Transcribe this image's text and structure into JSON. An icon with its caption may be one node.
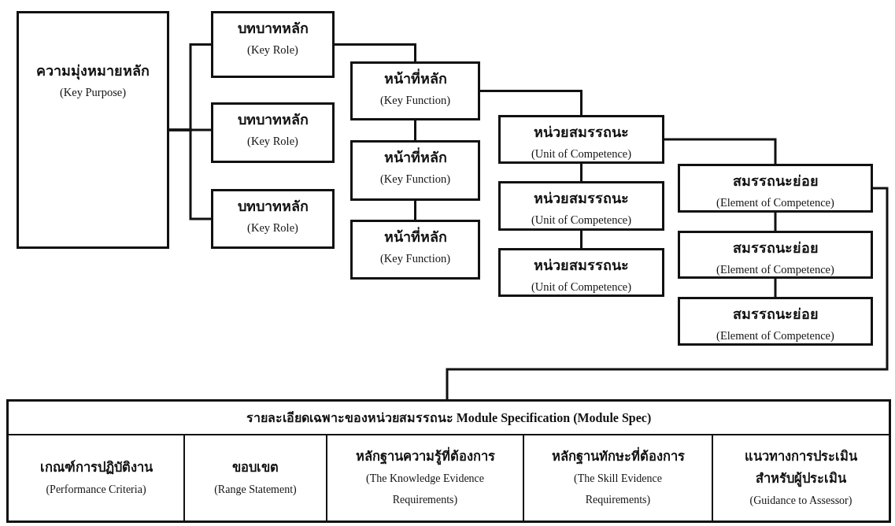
{
  "diagram": {
    "nodes": [
      {
        "text": [
          "ความมุ่งหมายหลัก",
          "(Key Purpose)"
        ]
      },
      {
        "text": [
          "บทบาทหลัก",
          "(Key Role)"
        ]
      },
      {
        "text": [
          "บทบาทหลัก",
          "(Key Role)"
        ]
      },
      {
        "text": [
          "บทบาทหลัก",
          "(Key Role)"
        ]
      },
      {
        "text": [
          "หน้าที่หลัก",
          "(Key Function)"
        ]
      },
      {
        "text": [
          "หน้าที่หลัก",
          "(Key Function)"
        ]
      },
      {
        "text": [
          "หน้าที่หลัก",
          "(Key Function)"
        ]
      },
      {
        "text": [
          "หน่วยสมรรถนะ",
          "(Unit of Competence)"
        ]
      },
      {
        "text": [
          "หน่วยสมรรถนะ",
          "(Unit of Competence)"
        ]
      },
      {
        "text": [
          "หน่วยสมรรถนะ",
          "(Unit of Competence)"
        ]
      },
      {
        "text": [
          "สมรรถนะย่อย",
          "(Element of Competence)"
        ]
      },
      {
        "text": [
          "สมรรถนะย่อย",
          "(Element of Competence)"
        ]
      },
      {
        "text": [
          "สมรรถนะย่อย",
          "(Element of Competence)"
        ]
      },
      {
        "text": [
          "รายละเอียดเฉพาะของหน่วยสมรรถนะ Module Specification (Module Spec)"
        ]
      },
      {
        "text": [
          "เกณฑ์การปฏิบัติงาน",
          "(Performance Criteria)"
        ],
        "in": 13
      },
      {
        "text": [
          "ขอบเขต",
          "(Range Statement)"
        ],
        "in": 13
      },
      {
        "text": [
          "หลักฐานความรู้ที่ต้องการ",
          "(The Knowledge Evidence Requirements)"
        ],
        "in": 13
      },
      {
        "text": [
          "หลักฐานทักษะที่ต้องการ",
          "(The Skill Evidence Requirements)"
        ],
        "in": 13
      },
      {
        "text": [
          "แนวทางการประเมินสำหรับผู้ประเมิน",
          "(Guidance to Assessor)"
        ],
        "in": 13
      }
    ],
    "edges": [
      {
        "from": 0,
        "to": 1,
        "arrow": "none"
      },
      {
        "from": 0,
        "to": 2,
        "arrow": "none"
      },
      {
        "from": 0,
        "to": 3,
        "arrow": "none"
      },
      {
        "from": 1,
        "to": 4,
        "arrow": "none"
      },
      {
        "from": 4,
        "to": 5,
        "arrow": "none"
      },
      {
        "from": 5,
        "to": 6,
        "arrow": "none"
      },
      {
        "from": 4,
        "to": 7,
        "arrow": "none"
      },
      {
        "from": 7,
        "to": 8,
        "arrow": "none"
      },
      {
        "from": 8,
        "to": 9,
        "arrow": "none"
      },
      {
        "from": 7,
        "to": 10,
        "arrow": "none"
      },
      {
        "from": 10,
        "to": 11,
        "arrow": "none"
      },
      {
        "from": 11,
        "to": 12,
        "arrow": "none"
      },
      {
        "from": 10,
        "to": 13,
        "arrow": "none"
      }
    ]
  }
}
